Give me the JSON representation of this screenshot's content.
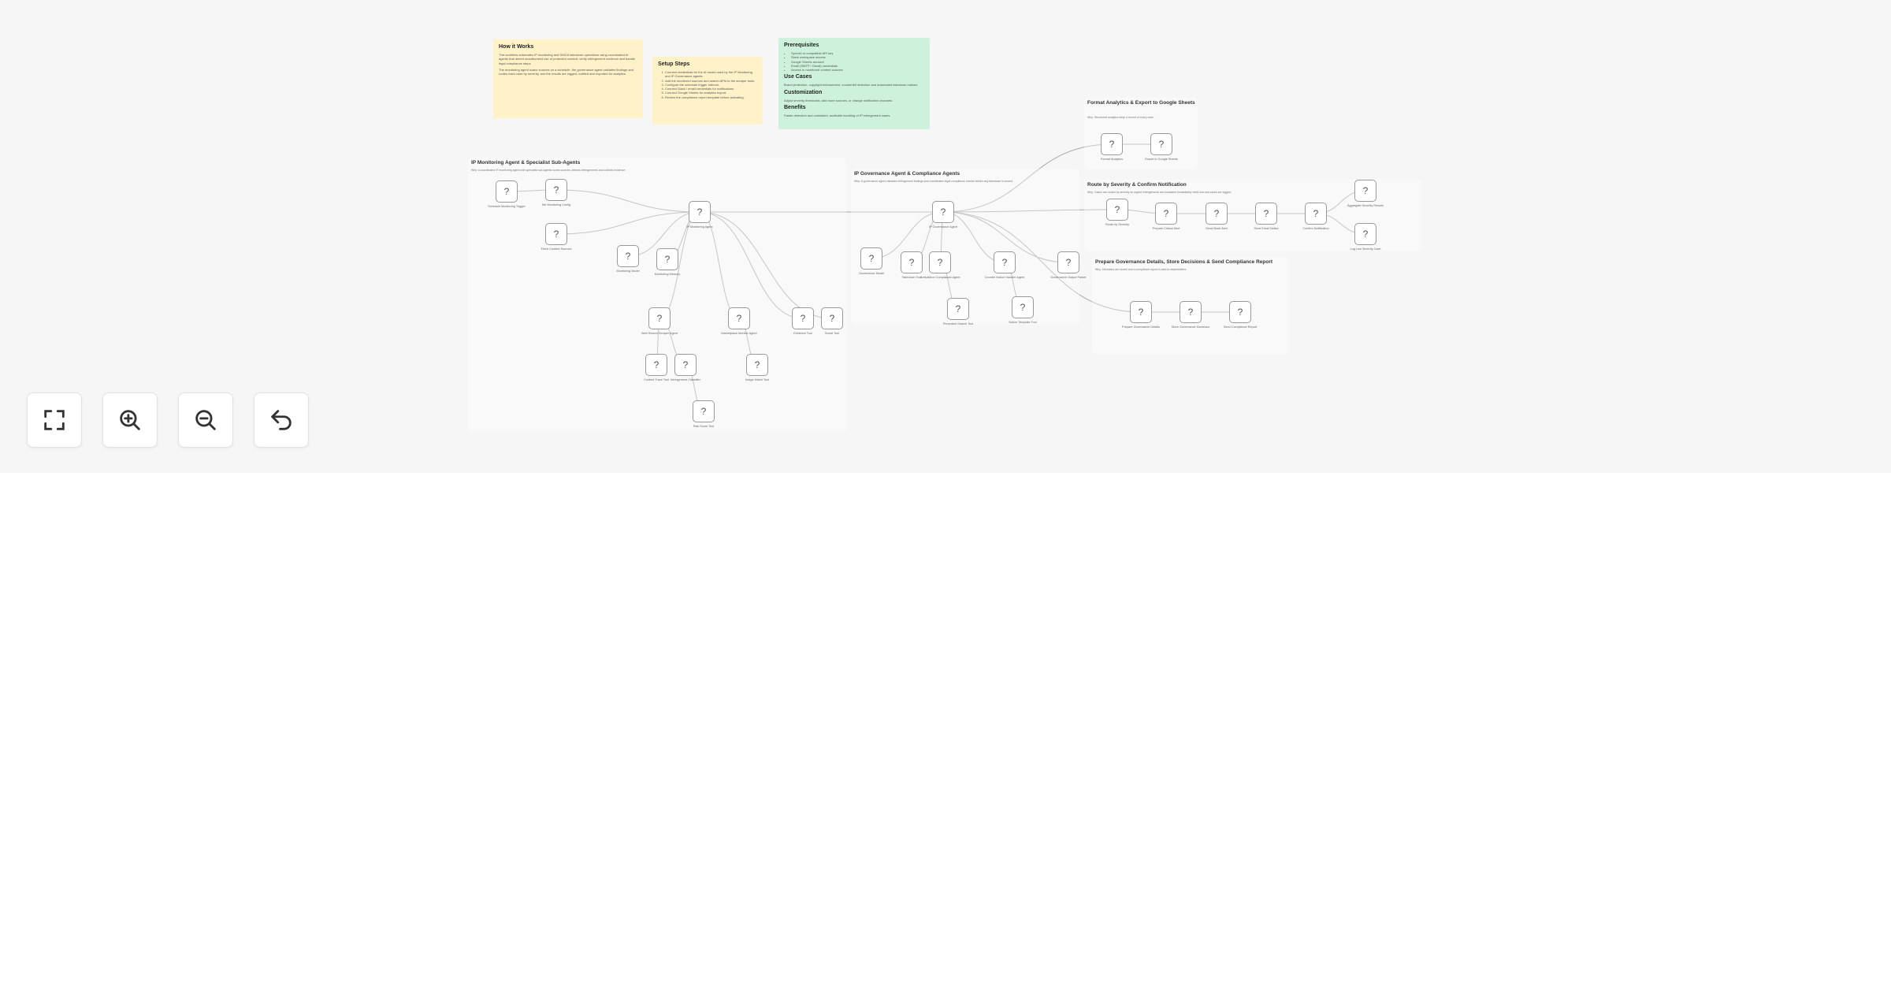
{
  "sticky_notes": [
    {
      "id": "how-it-works",
      "title": "How it Works",
      "paragraphs": [
        "This workflow automates IP monitoring and DMCA takedown operations using coordinated AI agents that detect unauthorized use of protected content, verify infringement evidence and handle legal compliance steps.",
        "The monitoring agent scans sources on a schedule, the governance agent validates findings and routes each case by severity, and the results are logged, notified and exported for analytics."
      ]
    },
    {
      "id": "setup-steps",
      "title": "Setup Steps",
      "items": [
        "Connect credentials for the AI model used by the IP Monitoring and IP Governance agents.",
        "Add the monitored sources and search APIs to the scraper tools.",
        "Configure the schedule trigger interval.",
        "Connect Slack / email credentials for notifications.",
        "Connect Google Sheets for analytics export.",
        "Review the compliance report template before activating."
      ]
    },
    {
      "id": "prerequisites",
      "title": "Prerequisites",
      "items": [
        "OpenAI or compatible API key",
        "Slack workspace access",
        "Google Sheets account",
        "Email (SMTP / Gmail) credentials",
        "Access to monitored content sources"
      ],
      "sections": [
        {
          "title": "Use Cases",
          "text": "Brand protection, copyright enforcement, counterfeit detection and automated takedown notices."
        },
        {
          "title": "Customization",
          "text": "Adjust severity thresholds, add more sources, or change notification channels."
        },
        {
          "title": "Benefits",
          "text": "Faster detection and consistent, auditable handling of IP infringement cases."
        }
      ]
    }
  ],
  "sections": [
    {
      "id": "monitoring",
      "title": "IP Monitoring Agent & Specialist Sub-Agents",
      "note": "Why: A coordinated IP monitoring agent with specialist sub-agents scans sources, detects infringements and collects evidence."
    },
    {
      "id": "governance",
      "title": "IP Governance Agent & Compliance Agents",
      "note": "Why: A governance agent validates infringement findings and coordinates legal compliance checks before any takedown is issued."
    },
    {
      "id": "analytics",
      "title": "Format Analytics & Export to Google Sheets",
      "note": "Why: Structured analytics keep a record of every case."
    },
    {
      "id": "routing",
      "title": "Route by Severity & Confirm Notification",
      "note": "Why: Cases are routed by severity so urgent infringements are escalated immediately while low-risk cases are logged."
    },
    {
      "id": "reports",
      "title": "Prepare Governance Details, Store Decisions & Send Compliance Report",
      "note": "Why: Decisions are stored and a compliance report is sent to stakeholders."
    }
  ],
  "nodes": [
    {
      "id": "n1",
      "icon": "?",
      "label": "Schedule Monitoring Trigger"
    },
    {
      "id": "n2",
      "icon": "?",
      "label": "Set Monitoring Config"
    },
    {
      "id": "n3",
      "icon": "?",
      "label": "Fetch Content Sources"
    },
    {
      "id": "n4",
      "icon": "?",
      "label": "IP Monitoring Agent"
    },
    {
      "id": "n5",
      "icon": "?",
      "label": "Monitoring Model"
    },
    {
      "id": "n6",
      "icon": "?",
      "label": "Monitoring Memory"
    },
    {
      "id": "n7",
      "icon": "?",
      "label": "Web Search Scraper Agent"
    },
    {
      "id": "n8",
      "icon": "?",
      "label": "Marketplace Monitor Agent"
    },
    {
      "id": "n9",
      "icon": "?",
      "label": "Evidence Tool"
    },
    {
      "id": "n10",
      "icon": "?",
      "label": "Social Tool"
    },
    {
      "id": "n11",
      "icon": "?",
      "label": "Content Trace Tool"
    },
    {
      "id": "n12",
      "icon": "?",
      "label": "Infringement Classifier"
    },
    {
      "id": "n13",
      "icon": "?",
      "label": "Image Match Tool"
    },
    {
      "id": "n14",
      "icon": "?",
      "label": "Risk Score Tool"
    },
    {
      "id": "n15",
      "icon": "?",
      "label": "IP Governance Agent"
    },
    {
      "id": "n16",
      "icon": "?",
      "label": "Governance Model"
    },
    {
      "id": "n17",
      "icon": "?",
      "label": "Takedown Tool"
    },
    {
      "id": "n18",
      "icon": "?",
      "label": "Jurisdiction Compliance Agent"
    },
    {
      "id": "n19",
      "icon": "?",
      "label": "Counter Notice Handler Agent"
    },
    {
      "id": "n20",
      "icon": "?",
      "label": "Governance Output Parser"
    },
    {
      "id": "n21",
      "icon": "?",
      "label": "Precedent Search Tool"
    },
    {
      "id": "n22",
      "icon": "?",
      "label": "Notice Template Tool"
    },
    {
      "id": "n23",
      "icon": "?",
      "label": "Format Analytics"
    },
    {
      "id": "n24",
      "icon": "?",
      "label": "Export to Google Sheets"
    },
    {
      "id": "n25",
      "icon": "?",
      "label": "Route by Severity"
    },
    {
      "id": "n26",
      "icon": "?",
      "label": "Prepare Critical Alert"
    },
    {
      "id": "n27",
      "icon": "?",
      "label": "Send Slack Alert"
    },
    {
      "id": "n28",
      "icon": "?",
      "label": "Send Email Notice"
    },
    {
      "id": "n29",
      "icon": "?",
      "label": "Confirm Notification"
    },
    {
      "id": "n30",
      "icon": "?",
      "label": "Aggregate Severity Results"
    },
    {
      "id": "n31",
      "icon": "?",
      "label": "Log Low Severity Case"
    },
    {
      "id": "n32",
      "icon": "?",
      "label": "Prepare Governance Details"
    },
    {
      "id": "n33",
      "icon": "?",
      "label": "Store Governance Decisions"
    },
    {
      "id": "n34",
      "icon": "?",
      "label": "Send Compliance Report"
    }
  ],
  "controls": {
    "fit_view": {
      "icon": "fullscreen-icon"
    },
    "zoom_in": {
      "icon": "zoom-in-icon"
    },
    "zoom_out": {
      "icon": "zoom-out-icon"
    },
    "undo": {
      "icon": "undo-icon"
    }
  },
  "colors": {
    "canvas": "#f6f6f6",
    "sticky_yellow": "#fff2c9",
    "sticky_green": "#cdf1da",
    "node_border": "#9a9a9a",
    "edge": "#a8a8a8"
  }
}
